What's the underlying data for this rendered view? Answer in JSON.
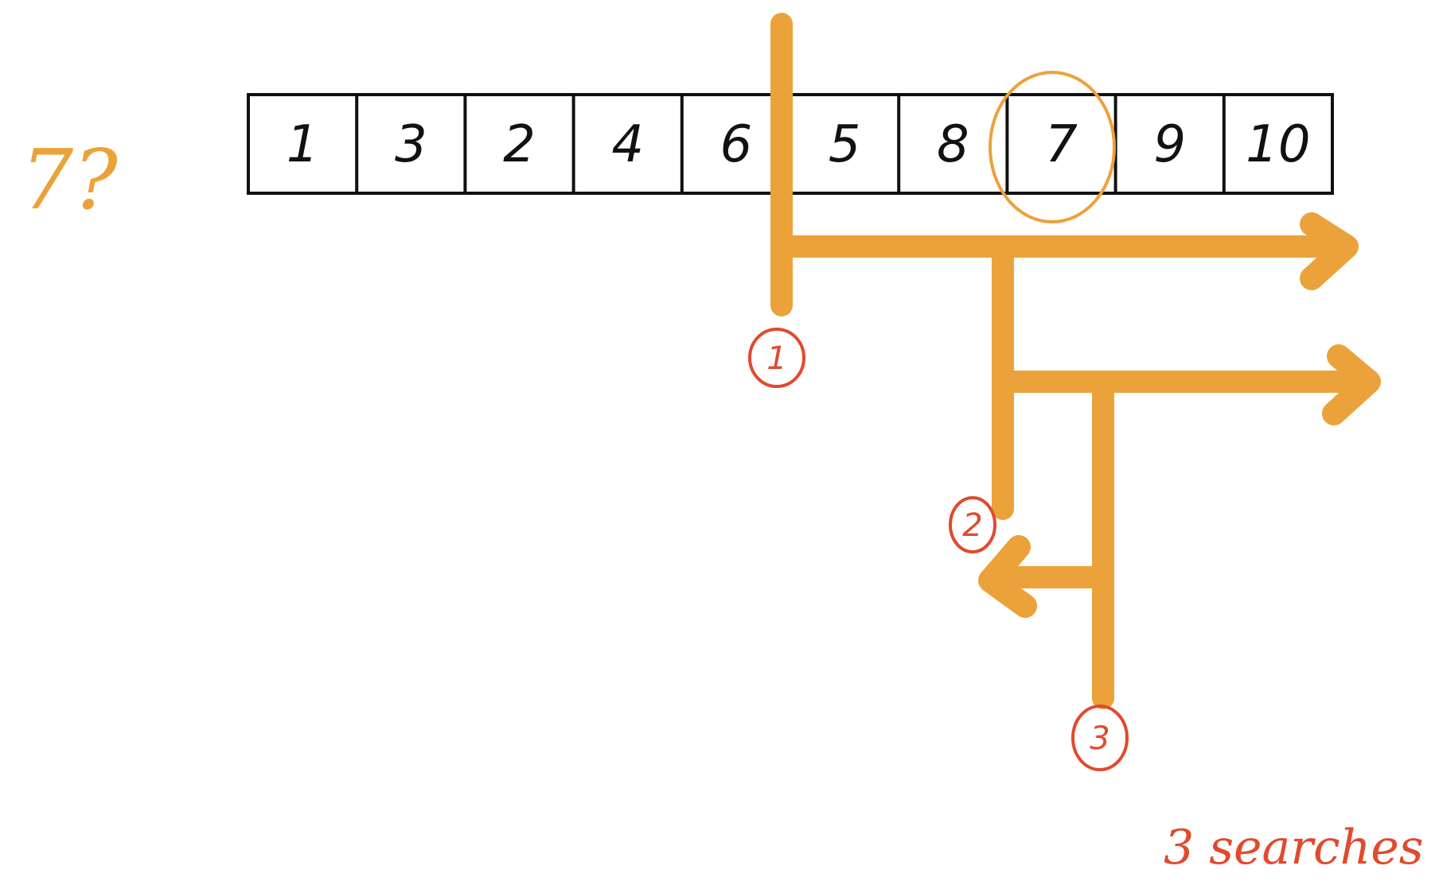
{
  "query": {
    "text": "7?"
  },
  "array": {
    "cells": [
      "1",
      "3",
      "2",
      "4",
      "6",
      "5",
      "8",
      "7",
      "9",
      "10"
    ],
    "highlighted_index": 7
  },
  "steps": [
    {
      "label": "1"
    },
    {
      "label": "2"
    },
    {
      "label": "3"
    }
  ],
  "caption": {
    "text": "3 searches"
  },
  "colors": {
    "orange": "#ECA23A",
    "red": "#E04A2E",
    "ink": "#111111"
  }
}
